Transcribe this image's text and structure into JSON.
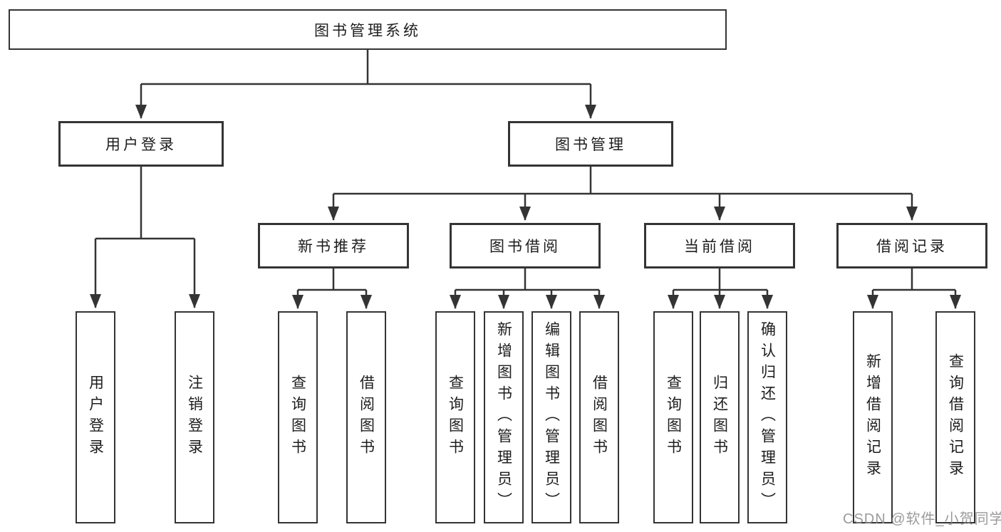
{
  "diagram": {
    "root": {
      "label": "图书管理系统"
    },
    "level2": [
      {
        "label": "用户登录"
      },
      {
        "label": "图书管理"
      }
    ],
    "level3": [
      {
        "label": "新书推荐",
        "parent": "图书管理"
      },
      {
        "label": "图书借阅",
        "parent": "图书管理"
      },
      {
        "label": "当前借阅",
        "parent": "图书管理"
      },
      {
        "label": "借阅记录",
        "parent": "图书管理"
      }
    ],
    "leaves": [
      {
        "label": "用户登录",
        "parent": "用户登录"
      },
      {
        "label": "注销登录",
        "parent": "用户登录"
      },
      {
        "label": "查询图书",
        "parent": "新书推荐"
      },
      {
        "label": "借阅图书",
        "parent": "新书推荐"
      },
      {
        "label": "查询图书",
        "parent": "图书借阅"
      },
      {
        "label": "新增图书（管理员）",
        "parent": "图书借阅"
      },
      {
        "label": "编辑图书（管理员）",
        "parent": "图书借阅"
      },
      {
        "label": "借阅图书",
        "parent": "图书借阅"
      },
      {
        "label": "查询图书",
        "parent": "当前借阅"
      },
      {
        "label": "归还图书",
        "parent": "当前借阅"
      },
      {
        "label": "确认归还（管理员）",
        "parent": "当前借阅"
      },
      {
        "label": "新增借阅记录",
        "parent": "借阅记录"
      },
      {
        "label": "查询借阅记录",
        "parent": "借阅记录"
      }
    ]
  },
  "colors": {
    "line": "#343434",
    "text": "#1d1d1d",
    "background": "#ffffff",
    "watermark": "#8a8a8a"
  },
  "watermark": "CSDN @软件_小贺同学"
}
